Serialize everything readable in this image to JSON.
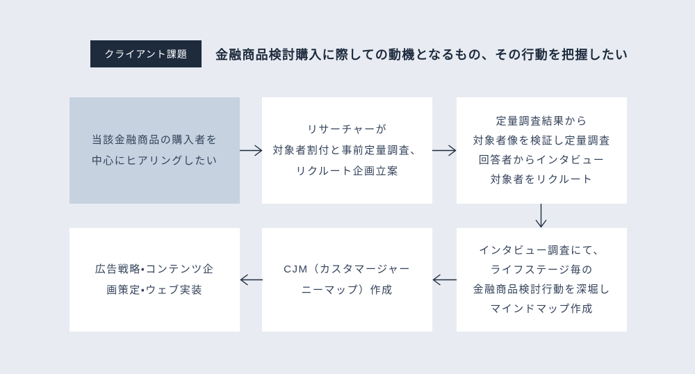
{
  "header": {
    "badge_label": "クライアント課題",
    "title": "金融商品検討購入に際しての動機となるもの、その行動を把握したい"
  },
  "flow": {
    "boxes": [
      {
        "id": "box-1",
        "variant": "highlight",
        "lines": [
          "当該金融商品の購入者を",
          "中心にヒアリングしたい"
        ]
      },
      {
        "id": "box-2",
        "variant": "plain",
        "lines": [
          "リサーチャーが",
          "対象者割付と事前定量調査、",
          "リクルート企画立案"
        ]
      },
      {
        "id": "box-3",
        "variant": "plain",
        "lines": [
          "定量調査結果から",
          "対象者像を検証し定量調査",
          "回答者からインタビュー",
          "対象者をリクルート"
        ]
      },
      {
        "id": "box-4",
        "variant": "plain",
        "lines": [
          "インタビュー調査にて、",
          "ライフステージ毎の",
          "金融商品検討行動を深堀し",
          "マインドマップ作成"
        ]
      },
      {
        "id": "box-5",
        "variant": "plain",
        "lines": [
          "CJM（カスタマージャー",
          "ニーマップ）作成"
        ]
      },
      {
        "id": "box-6",
        "variant": "plain",
        "lines": [
          "広告戦略・コンテンツ企",
          "画策定・ウェブ実装"
        ]
      }
    ],
    "arrows": [
      {
        "id": "arrow-1",
        "direction": "right",
        "from": "box-1",
        "to": "box-2"
      },
      {
        "id": "arrow-2",
        "direction": "right",
        "from": "box-2",
        "to": "box-3"
      },
      {
        "id": "arrow-3",
        "direction": "down",
        "from": "box-3",
        "to": "box-4"
      },
      {
        "id": "arrow-4",
        "direction": "left",
        "from": "box-4",
        "to": "box-5"
      },
      {
        "id": "arrow-5",
        "direction": "left",
        "from": "box-5",
        "to": "box-6"
      }
    ]
  },
  "colors": {
    "page_background": "#e8ecf2",
    "badge_background": "#1e2b3d",
    "badge_text": "#ffffff",
    "highlight_box_fill": "#c6d2e0",
    "plain_box_fill": "#ffffff",
    "box_text": "#33425a",
    "title_text": "#1e2b3d",
    "arrow_stroke": "#1e2b3d"
  }
}
